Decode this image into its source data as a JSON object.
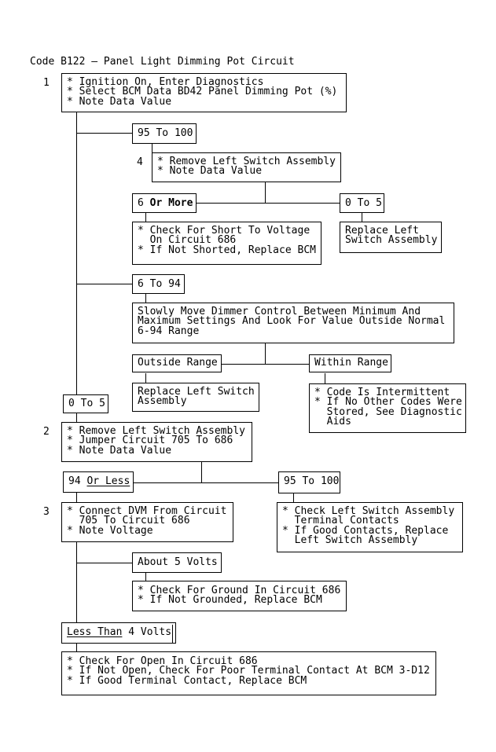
{
  "title": "Code B122 – Panel Light Dimming Pot Circuit",
  "colors": {
    "ink": "#000000",
    "paper": "#ffffff"
  },
  "steps": {
    "s1": "1",
    "s2": "2",
    "s3": "3",
    "s4": "4"
  },
  "boxes": {
    "step1": "* Ignition On, Enter Diagnostics\n* Select BCM Data BD42 Panel Dimming Pot (%)\n* Note Data Value",
    "range_95_100_top": "95 To 100",
    "step4": "* Remove Left Switch Assembly\n* Note Data Value",
    "six_or_more_prefix": "6 ",
    "six_or_more_bold": "Or More",
    "zero_to_five_right": "0 To 5",
    "short_check": "* Check For Short To Voltage\n  On Circuit 686\n* If Not Shorted, Replace BCM",
    "replace_left_switch_small": "Replace Left\nSwitch Assembly",
    "six_to_94": "6 To 94",
    "dimmer_sweep": "Slowly Move Dimmer Control Between Minimum And\nMaximum Settings And Look For Value Outside Normal\n6-94 Range",
    "outside_range": "Outside Range",
    "within_range": "Within Range",
    "replace_left_switch_2": "Replace Left Switch\nAssembly",
    "intermittent": "* Code Is Intermittent\n* If No Other Codes Were\n  Stored, See Diagnostic\n  Aids",
    "zero_to_five_left": "0 To 5",
    "step2": "* Remove Left Switch Assembly\n* Jumper Circuit 705 To 686\n* Note Data Value",
    "ninety_four_prefix": "94 ",
    "ninety_four_underline": "Or Less",
    "range_95_100_bottom": "95 To 100",
    "step3": "* Connect DVM From Circuit\n  705 To Circuit 686\n* Note Voltage",
    "check_left_switch": "* Check Left Switch Assembly\n  Terminal Contacts\n* If Good Contacts, Replace\n  Left Switch Assembly",
    "about_5_volts": "About 5 Volts",
    "check_ground": "* Check For Ground In Circuit 686\n* If Not Grounded, Replace BCM",
    "less_than_underline": "Less Than",
    "less_than_suffix": " 4 Volts",
    "final_check": "* Check For Open In Circuit 686\n* If Not Open, Check For Poor Terminal Contact At BCM 3-D12\n* If Good Terminal Contact, Replace BCM"
  }
}
